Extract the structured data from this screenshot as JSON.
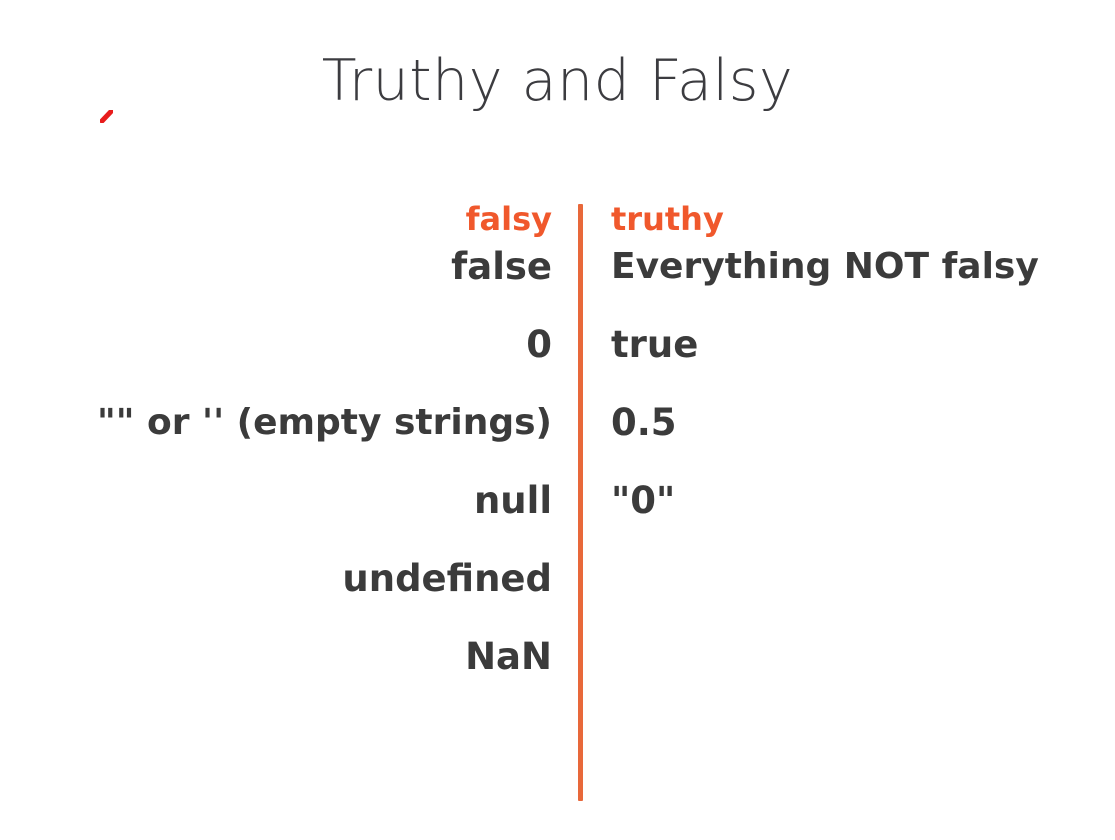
{
  "slide": {
    "title": "Truthy and Falsy",
    "background_color": "#ffffff",
    "title_color": "#3c3c40",
    "accent_color": "#f0582c",
    "text_color": "#3b3b3b",
    "annotation_color": "#e81c1c"
  },
  "table": {
    "headers": {
      "falsy": "falsy",
      "truthy": "truthy"
    },
    "falsy_items": [
      "false",
      "0",
      "\"\" or '' (empty strings)",
      "null",
      "undefined",
      "NaN"
    ],
    "truthy_items": [
      "Everything NOT falsy",
      "true",
      "0.5",
      "\"0\""
    ]
  }
}
